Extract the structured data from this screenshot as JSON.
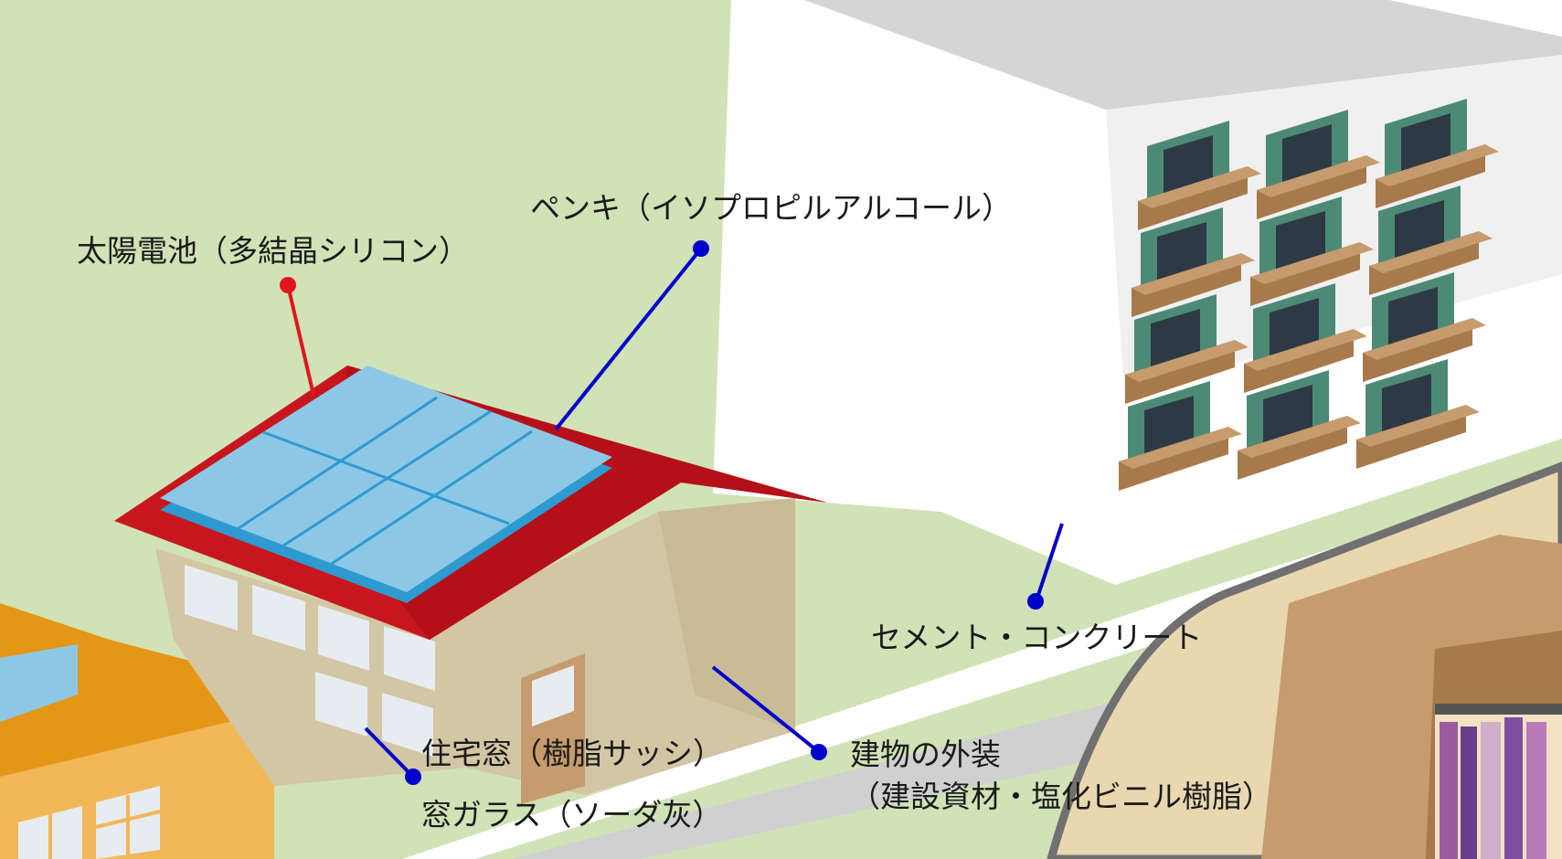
{
  "labels": {
    "solar_cell": "太陽電池（多結晶シリコン）",
    "paint": "ペンキ（イソプロピルアルコール）",
    "cement": "セメント・コンクリート",
    "window_frame": "住宅窓（樹脂サッシ）",
    "window_glass": "窓ガラス（ソーダ灰）",
    "exterior_line1": "建物の外装",
    "exterior_line2": "（建設資材・塩化ビニル樹脂）"
  },
  "colors": {
    "ground": "#d1e2b6",
    "road": "#d0d0d0",
    "roof_red": "#c8161e",
    "solar_panel": "#8cc8e6",
    "solar_panel_edge": "#2e9ad0",
    "house_wall": "#d3c6a4",
    "house_window": "#e7ecf1",
    "apartment_wall": "#ffffff",
    "apartment_window": "#4d8a76",
    "balcony": "#a77a4b",
    "orange_house": "#f2b756",
    "leader_blue": "#0000cc",
    "leader_red": "#e0161e"
  }
}
